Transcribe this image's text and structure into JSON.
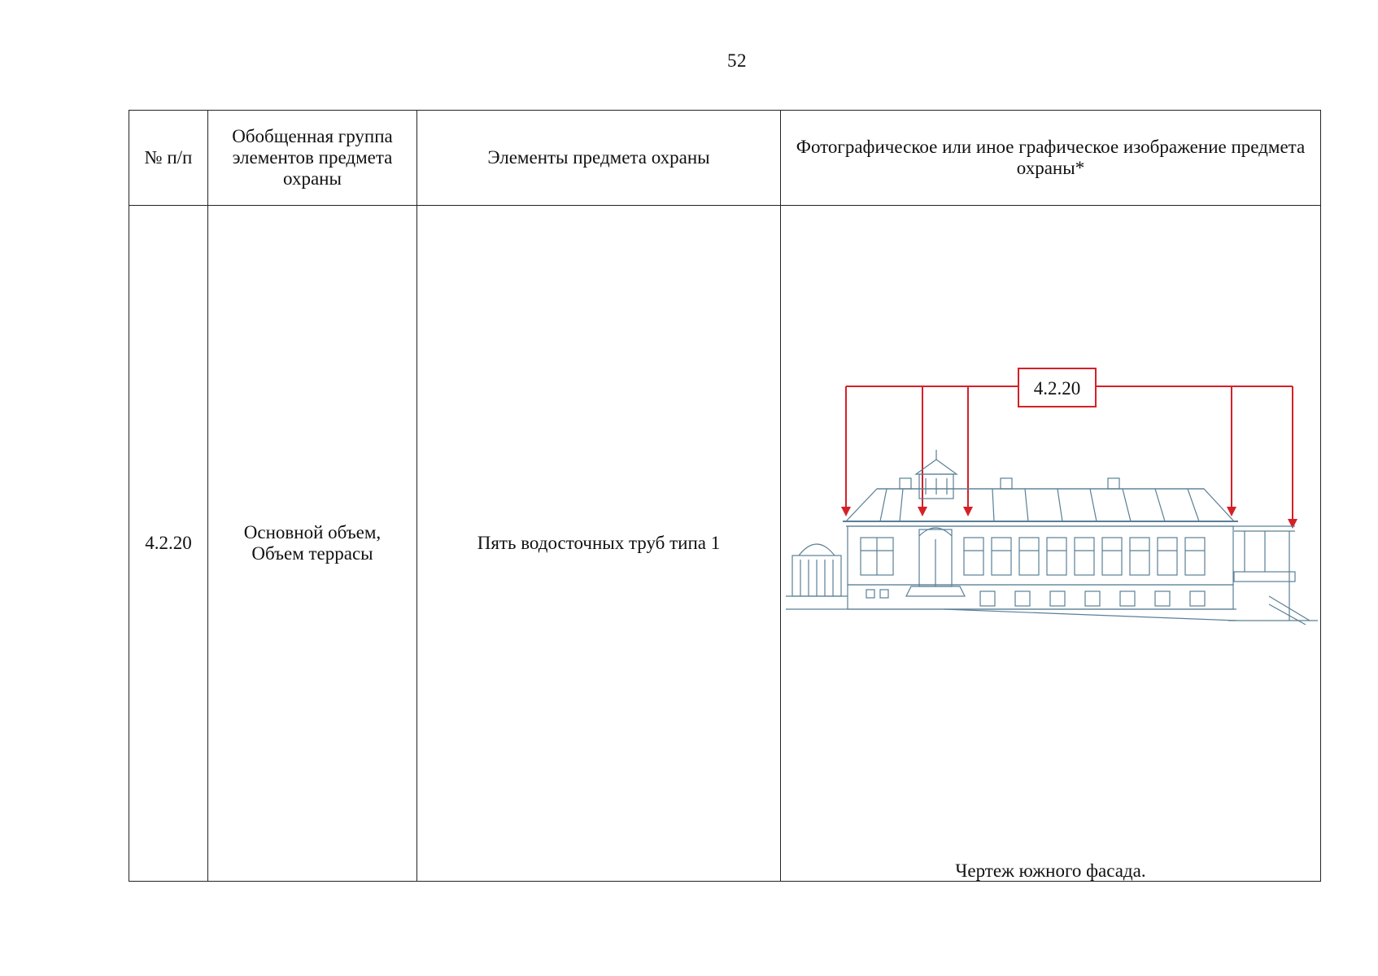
{
  "page": {
    "number": "52"
  },
  "table": {
    "headers": {
      "num": "№ п/п",
      "group": "Обобщенная группа элементов предмета охраны",
      "elements": "Элементы предмета охраны",
      "image": "Фотографическое или иное графическое изображение предмета охраны*"
    },
    "rows": [
      {
        "num": "4.2.20",
        "group_line1": "Основной объем,",
        "group_line2": "Объем террасы",
        "elements": "Пять водосточных труб типа 1",
        "figure_label": "4.2.20",
        "caption": "Чертеж южного фасада."
      }
    ]
  },
  "colors": {
    "annotation": "#d62027",
    "drawing": "#5a7f95"
  },
  "icons": [
    "building-facade-drawing",
    "down-arrow-icon"
  ]
}
